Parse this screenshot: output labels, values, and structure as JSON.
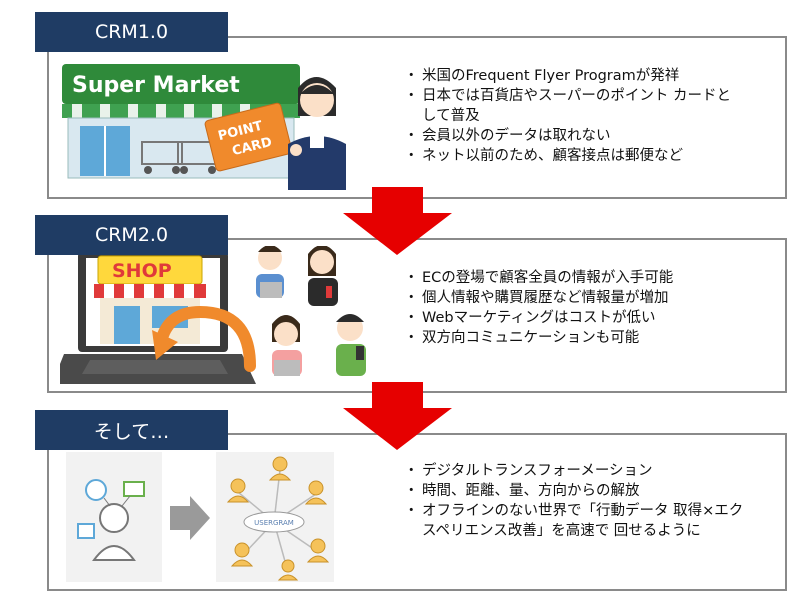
{
  "sections": [
    {
      "label": "CRM1.0",
      "bullets": [
        "米国のFrequent Flyer Programが発祥",
        "日本では百貨店やスーパーのポイント カードとして普及",
        "会員以外のデータは取れない",
        "ネット以前のため、顧客接点は郵便など"
      ],
      "sign_text": "Super Market",
      "card_text_1": "POINT",
      "card_text_2": "CARD"
    },
    {
      "label": "CRM2.0",
      "bullets": [
        "ECの登場で顧客全員の情報が入手可能",
        "個人情報や購買履歴など情報量が増加",
        "Webマーケティングはコストが低い",
        "双方向コミュニケーションも可能"
      ],
      "shop_text": "SHOP"
    },
    {
      "label": "そして…",
      "bullets": [
        "デジタルトランスフォーメーション",
        "時間、距離、量、方向からの解放",
        "オフラインのない世界で「行動データ 取得×エクスペリエンス改善」を高速で 回せるように"
      ],
      "brand_text": "USERGRAM"
    }
  ],
  "colors": {
    "tag_bg": "#1f3c64",
    "arrow": "#e60000",
    "panel_border": "#8a8a8a",
    "market_green": "#2f8a3a",
    "card_orange": "#f08a2c"
  }
}
